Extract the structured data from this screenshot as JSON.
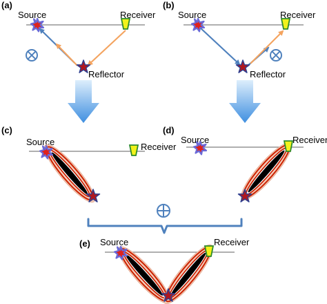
{
  "panels": {
    "a": {
      "tag": "(a)",
      "source": "Source",
      "receiver": "Receiver",
      "reflector": "Reflector",
      "operator": "⊗"
    },
    "b": {
      "tag": "(b)",
      "source": "Source",
      "receiver": "Receiver",
      "reflector": "Reflector",
      "operator": "⊗"
    },
    "c": {
      "tag": "(c)",
      "source": "Source",
      "receiver": "Receiver"
    },
    "d": {
      "tag": "(d)",
      "source": "Source",
      "receiver": "Receiver"
    },
    "e": {
      "tag": "(e)",
      "source": "Source",
      "receiver": "Receiver"
    }
  },
  "sum_operator": "⊕",
  "colors": {
    "surface_line": "#7f7f7f",
    "ray_blue": "#4f81bd",
    "ray_orange": "#f4a460",
    "arrow_gradient_top": "#ddeefc",
    "arrow_gradient_bottom": "#3f8fe0",
    "source_red": "#e0221b",
    "source_glow": "#6a6ad8",
    "receiver_yellow": "#f2f21a",
    "receiver_edge": "#2c8a2c",
    "star_fill": "#b0171f",
    "star_edge": "#2f3f8f",
    "kernel_outer": "#f3c9b6",
    "kernel_red": "#cc2200",
    "kernel_black": "#000000",
    "brace": "#4f81bd"
  }
}
